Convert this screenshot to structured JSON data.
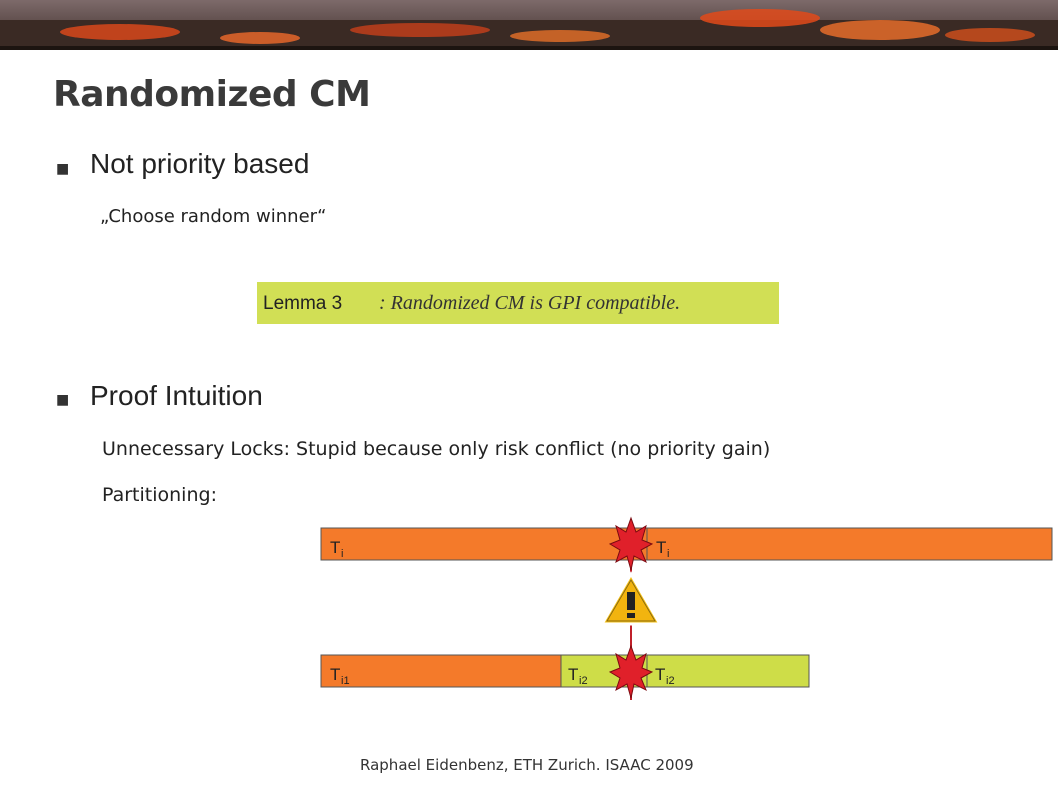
{
  "slide": {
    "title": "Randomized CM",
    "bullets": [
      {
        "heading": "Not priority based",
        "subs": [
          "„Choose random winner“"
        ]
      },
      {
        "heading": "Proof Intuition",
        "subs": [
          "Unnecessary Locks: Stupid because only risk conflict (no priority gain)",
          "Partitioning:"
        ]
      }
    ],
    "bullet_icon": "square-bullet-icon",
    "lemma": {
      "label": "Lemma 3",
      "text": ": Randomized CM is GPI compatible."
    },
    "footer": "Raphael Eidenbenz, ETH Zurich. ISAAC 2009"
  },
  "diagram": {
    "top_row": {
      "left_label": "T",
      "left_sub": "i",
      "right_label": "T",
      "right_sub": "i"
    },
    "bottom_row": {
      "label1": "T",
      "sub1": "i1",
      "label2": "T",
      "sub2": "i2",
      "label3": "T",
      "sub3": "i2"
    },
    "warning_icon": "warning-icon",
    "conflict_icon": "explosion-icon",
    "colors": {
      "orange": "#f47a2a",
      "green": "#cedd48",
      "red": "#e0202a",
      "banner_dark": "#3a2a24",
      "banner_lava": "#e24a1a"
    }
  }
}
